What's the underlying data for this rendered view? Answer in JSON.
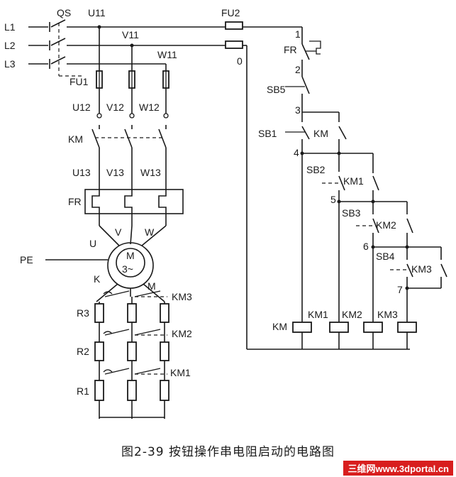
{
  "labels": {
    "L1": "L1",
    "L2": "L2",
    "L3": "L3",
    "QS": "QS",
    "U11": "U11",
    "V11": "V11",
    "W11": "W11",
    "FU1": "FU1",
    "FU2": "FU2",
    "U12": "U12",
    "V12": "V12",
    "W12": "W12",
    "KM": "KM",
    "U13": "U13",
    "V13": "V13",
    "W13": "W13",
    "FR": "FR",
    "U": "U",
    "V": "V",
    "W": "W",
    "PE": "PE",
    "M": "M",
    "M3": "3~",
    "K": "K",
    "Mn": "M",
    "KM3": "KM3",
    "KM2": "KM2",
    "KM1": "KM1",
    "R3": "R3",
    "R2": "R2",
    "R1": "R1",
    "n1": "1",
    "n0": "0",
    "FRc": "FR",
    "n2": "2",
    "SB5": "SB5",
    "n3": "3",
    "SB1": "SB1",
    "KMc": "KM",
    "n4": "4",
    "SB2": "SB2",
    "KM1c": "KM1",
    "n5": "5",
    "SB3": "SB3",
    "KM2c": "KM2",
    "n6": "6",
    "SB4": "SB4",
    "KM3c": "KM3",
    "n7": "7",
    "coilKM": "KM",
    "coilKM1": "KM1",
    "coilKM2": "KM2",
    "coilKM3": "KM3"
  },
  "caption": "图2-39  按钮操作串电阻启动的电路图",
  "watermark": "三维网www.3dportal.cn"
}
